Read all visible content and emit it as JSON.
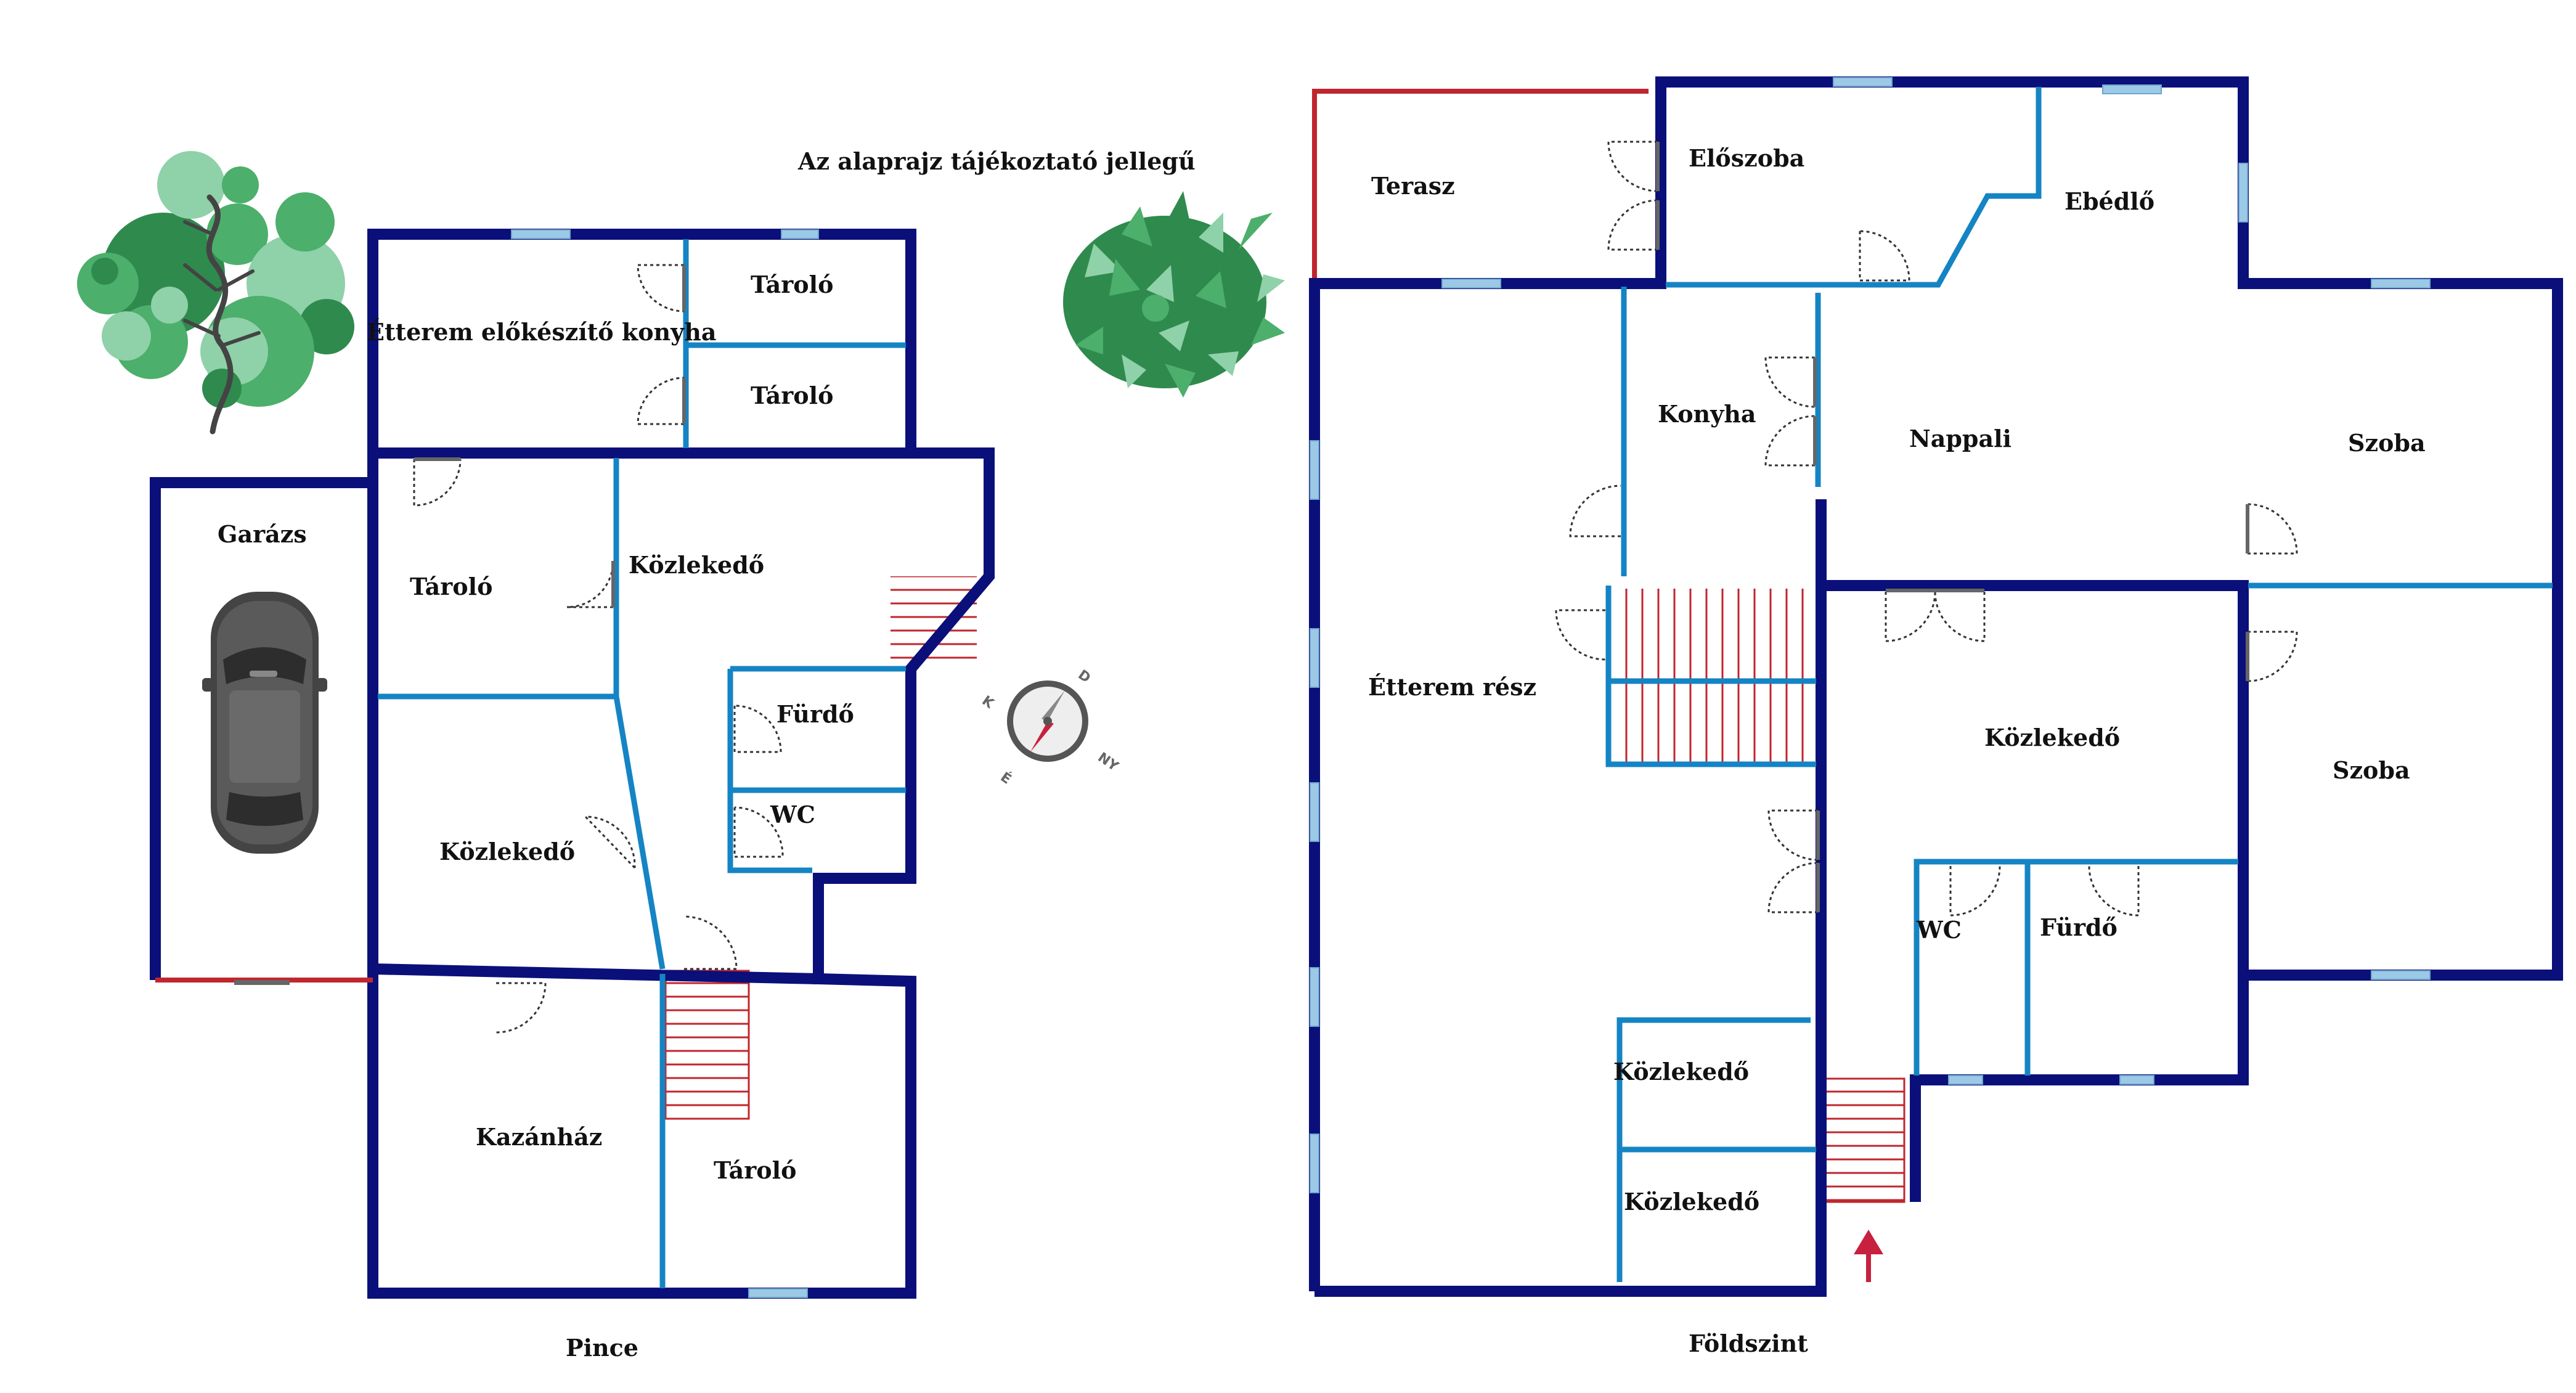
{
  "note": "Az alaprajz tájékoztató jellegű",
  "colors": {
    "outer_wall": "#0a0f7a",
    "inner_wall": "#1584c4",
    "open_edge": "#c0262d",
    "window": "#9cc9e6",
    "stairs": "#c0262d",
    "door": "#333333",
    "entrance_arrow": "#c8203f",
    "tree_dark": "#2f8a4e",
    "tree_mid": "#4caf6c",
    "tree_light": "#8fd1a8"
  },
  "compass": {
    "letters": [
      "D",
      "NY",
      "É",
      "K"
    ]
  },
  "floors": {
    "pince": {
      "label": "Pince",
      "rooms": {
        "garazs": "Garázs",
        "etterem_elokeszito": "Étterem előkészítő konyha",
        "tarolo_1": "Tároló",
        "tarolo_2": "Tároló",
        "tarolo_3": "Tároló",
        "kozlekedo_1": "Közlekedő",
        "kozlekedo_2": "Közlekedő",
        "furdo": "Fürdő",
        "wc": "WC",
        "kazanhaz": "Kazánház",
        "tarolo_4": "Tároló"
      }
    },
    "foldszint": {
      "label": "Földszint",
      "rooms": {
        "terasz": "Terasz",
        "eloszoba": "Előszoba",
        "ebedlo": "Ebédlő",
        "konyha": "Konyha",
        "nappali": "Nappali",
        "szoba_1": "Szoba",
        "szoba_2": "Szoba",
        "etterem_resz": "Étterem rész",
        "kozlekedo_1": "Közlekedő",
        "wc": "WC",
        "furdo": "Fürdő",
        "kozlekedo_2": "Közlekedő",
        "kozlekedo_3": "Közlekedő"
      }
    }
  }
}
